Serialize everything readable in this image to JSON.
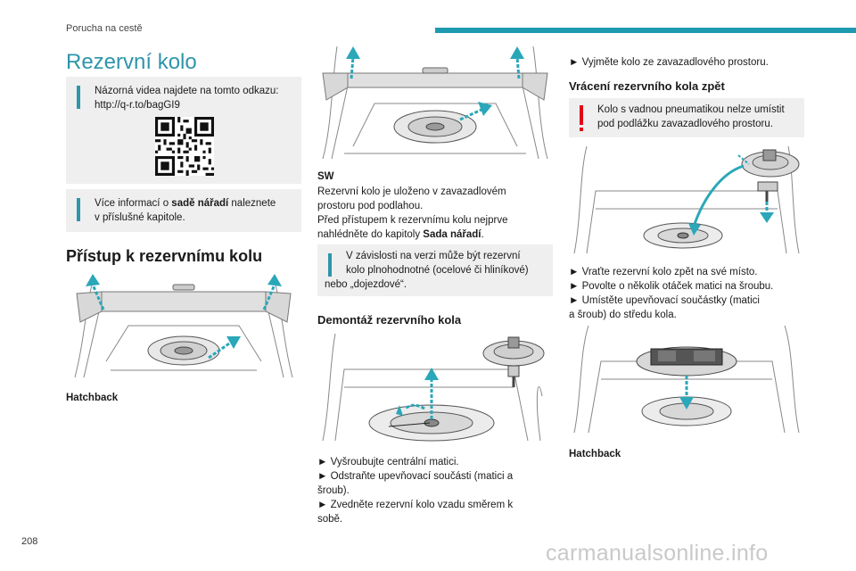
{
  "header": {
    "section": "Porucha na cestě",
    "accent_color": "#1e9ab0"
  },
  "page_number": "208",
  "watermark": "carmanualsonline.info",
  "colors": {
    "title": "#2e95aa",
    "info_bar": "#2e95aa",
    "warning_bar": "#e2001a",
    "arrow": "#2aa7b8"
  },
  "col1": {
    "title": "Rezervní kolo",
    "info1": {
      "line1": "Názorná videa najdete na tomto odkazu:",
      "line2": "http://q-r.to/bagGI9",
      "icon": "qr-code"
    },
    "info2": {
      "prefix": "Více informací o ",
      "bold": "sadě nářadí",
      "suffix": " naleznete",
      "line2": "v příslušné kapitole."
    },
    "heading": "Přístup k rezervnímu kolu",
    "caption": "Hatchback"
  },
  "col2": {
    "sw_label": "SW",
    "para": [
      "Rezervní kolo je uloženo v zavazadlovém",
      "prostoru pod podlahou.",
      "Před přístupem k rezervnímu kolu nejprve"
    ],
    "para_last_prefix": "nahlédněte do kapitoly ",
    "para_last_bold": "Sada nářadí",
    "para_last_suffix": ".",
    "info": [
      "V závislosti na verzi může být rezervní",
      "kolo plnohodnotné (ocelové či hliníkové)",
      "nebo „dojezdové“."
    ],
    "heading": "Demontáž rezervního kola",
    "steps": [
      "► Vyšroubujte centrální matici.",
      "► Odstraňte upevňovací součásti (matici a",
      "šroub).",
      "► Zvedněte rezervní kolo vzadu směrem k",
      "sobě."
    ]
  },
  "col3": {
    "step_top": "► Vyjměte kolo ze zavazadlového prostoru.",
    "heading": "Vrácení rezervního kola zpět",
    "warning": [
      "Kolo s vadnou pneumatikou nelze umístit",
      "pod podlážku zavazadlového prostoru."
    ],
    "steps": [
      "► Vraťte rezervní kolo zpět na své místo.",
      "► Povolte o několik otáček matici na šroubu.",
      "► Umístěte upevňovací součástky (matici",
      "a šroub) do středu kola."
    ],
    "caption": "Hatchback"
  }
}
